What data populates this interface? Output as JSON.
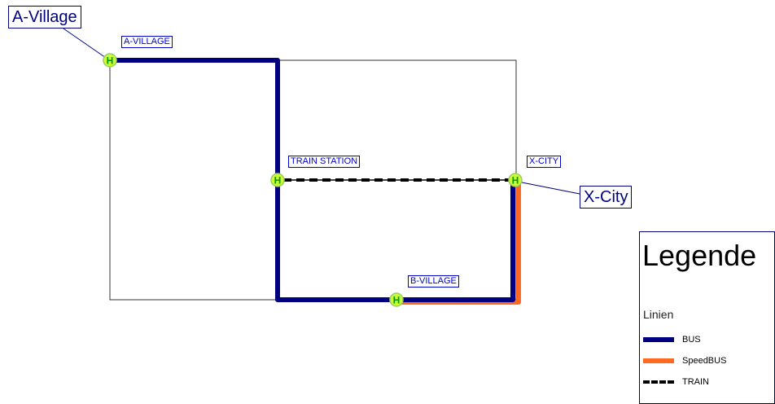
{
  "stops": [
    {
      "name": "A-VILLAGE",
      "icon": "bus-stop-icon"
    },
    {
      "name": "TRAIN STATION",
      "icon": "bus-stop-icon"
    },
    {
      "name": "X-CITY",
      "icon": "bus-stop-icon"
    },
    {
      "name": "B-VILLAGE",
      "icon": "bus-stop-icon"
    }
  ],
  "stop_symbol": "H",
  "callouts": {
    "a_village": "A-Village",
    "x_city": "X-City"
  },
  "legend": {
    "title": "Legende",
    "subtitle": "Linien",
    "items": [
      {
        "label": "BUS",
        "color": "#000080"
      },
      {
        "label": "SpeedBUS",
        "color": "#ff6a22"
      },
      {
        "label": "TRAIN",
        "color": "#000000"
      }
    ]
  }
}
